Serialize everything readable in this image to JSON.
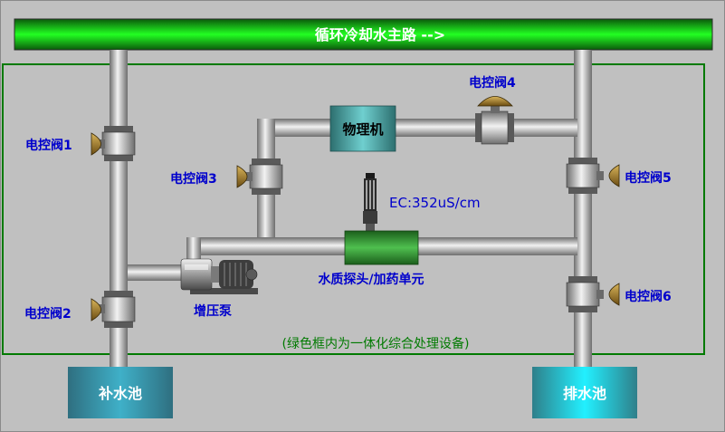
{
  "main_pipe": {
    "label": "循环冷却水主路 -->"
  },
  "valves": [
    {
      "id": 1,
      "label": "电控阀1"
    },
    {
      "id": 2,
      "label": "电控阀2"
    },
    {
      "id": 3,
      "label": "电控阀3"
    },
    {
      "id": 4,
      "label": "电控阀4"
    },
    {
      "id": 5,
      "label": "电控阀5"
    },
    {
      "id": 6,
      "label": "电控阀6"
    }
  ],
  "physical_machine": {
    "label": "物理机"
  },
  "water_quality_unit": {
    "label": "水质探头/加药单元"
  },
  "ec_reading": {
    "text": "EC:352uS/cm"
  },
  "booster_pump": {
    "label": "增压泵"
  },
  "frame_note": {
    "text": "(绿色框内为一体化综合处理设备)"
  },
  "makeup_pool": {
    "label": "补水池"
  },
  "drain_pool": {
    "label": "排水池"
  },
  "colors": {
    "background": "#c0c0c0",
    "frame": "#007a00",
    "label_blue": "#0000cc",
    "header_green": "#00e000",
    "machine_teal": "#2a8a8a",
    "unit_green": "#2f9a2f",
    "valve_brown": "#8a6a1e"
  }
}
